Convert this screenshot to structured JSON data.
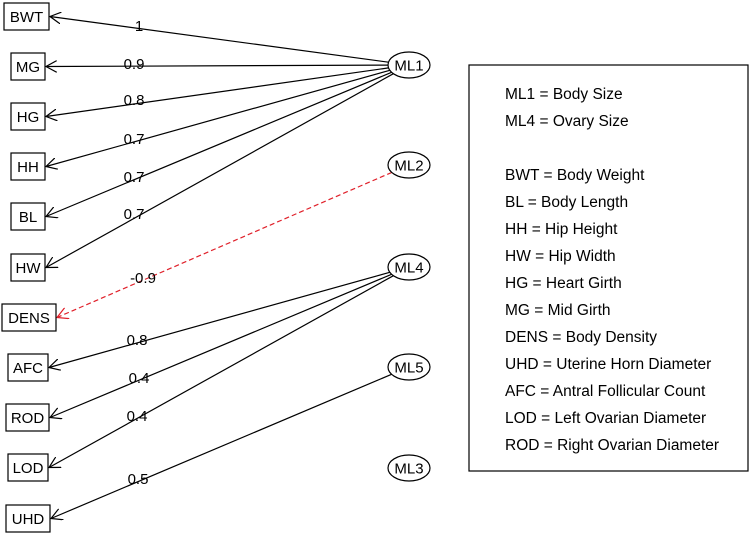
{
  "variables": [
    {
      "id": "BWT",
      "label": "BWT"
    },
    {
      "id": "MG",
      "label": "MG"
    },
    {
      "id": "HG",
      "label": "HG"
    },
    {
      "id": "HH",
      "label": "HH"
    },
    {
      "id": "BL",
      "label": "BL"
    },
    {
      "id": "HW",
      "label": "HW"
    },
    {
      "id": "DENS",
      "label": "DENS"
    },
    {
      "id": "AFC",
      "label": "AFC"
    },
    {
      "id": "ROD",
      "label": "ROD"
    },
    {
      "id": "LOD",
      "label": "LOD"
    },
    {
      "id": "UHD",
      "label": "UHD"
    }
  ],
  "factors": [
    {
      "id": "ML1",
      "label": "ML1"
    },
    {
      "id": "ML2",
      "label": "ML2"
    },
    {
      "id": "ML4",
      "label": "ML4"
    },
    {
      "id": "ML5",
      "label": "ML5"
    },
    {
      "id": "ML3",
      "label": "ML3"
    }
  ],
  "paths": [
    {
      "from": "ML1",
      "to": "BWT",
      "loading": "1",
      "negative": false
    },
    {
      "from": "ML1",
      "to": "MG",
      "loading": "0.9",
      "negative": false
    },
    {
      "from": "ML1",
      "to": "HG",
      "loading": "0.8",
      "negative": false
    },
    {
      "from": "ML1",
      "to": "HH",
      "loading": "0.7",
      "negative": false
    },
    {
      "from": "ML1",
      "to": "BL",
      "loading": "0.7",
      "negative": false
    },
    {
      "from": "ML1",
      "to": "HW",
      "loading": "0.7",
      "negative": false
    },
    {
      "from": "ML2",
      "to": "DENS",
      "loading": "-0.9",
      "negative": true
    },
    {
      "from": "ML4",
      "to": "AFC",
      "loading": "0.8",
      "negative": false
    },
    {
      "from": "ML4",
      "to": "ROD",
      "loading": "0.4",
      "negative": false
    },
    {
      "from": "ML4",
      "to": "LOD",
      "loading": "0.4",
      "negative": false
    },
    {
      "from": "ML5",
      "to": "UHD",
      "loading": "0.5",
      "negative": false
    }
  ],
  "legend": {
    "factor_lines": [
      "ML1 = Body Size",
      "ML4 = Ovary Size"
    ],
    "variable_lines": [
      "BWT = Body Weight",
      "BL = Body Length",
      "HH = Hip Height",
      "HW = Hip Width",
      "HG = Heart Girth",
      "MG = Mid Girth",
      "DENS = Body Density",
      "UHD = Uterine Horn Diameter",
      "AFC = Antral Follicular Count",
      "LOD = Left Ovarian Diameter",
      "ROD = Right Ovarian Diameter"
    ]
  },
  "colors": {
    "positive_path": "#000000",
    "negative_path": "#e0202a"
  }
}
